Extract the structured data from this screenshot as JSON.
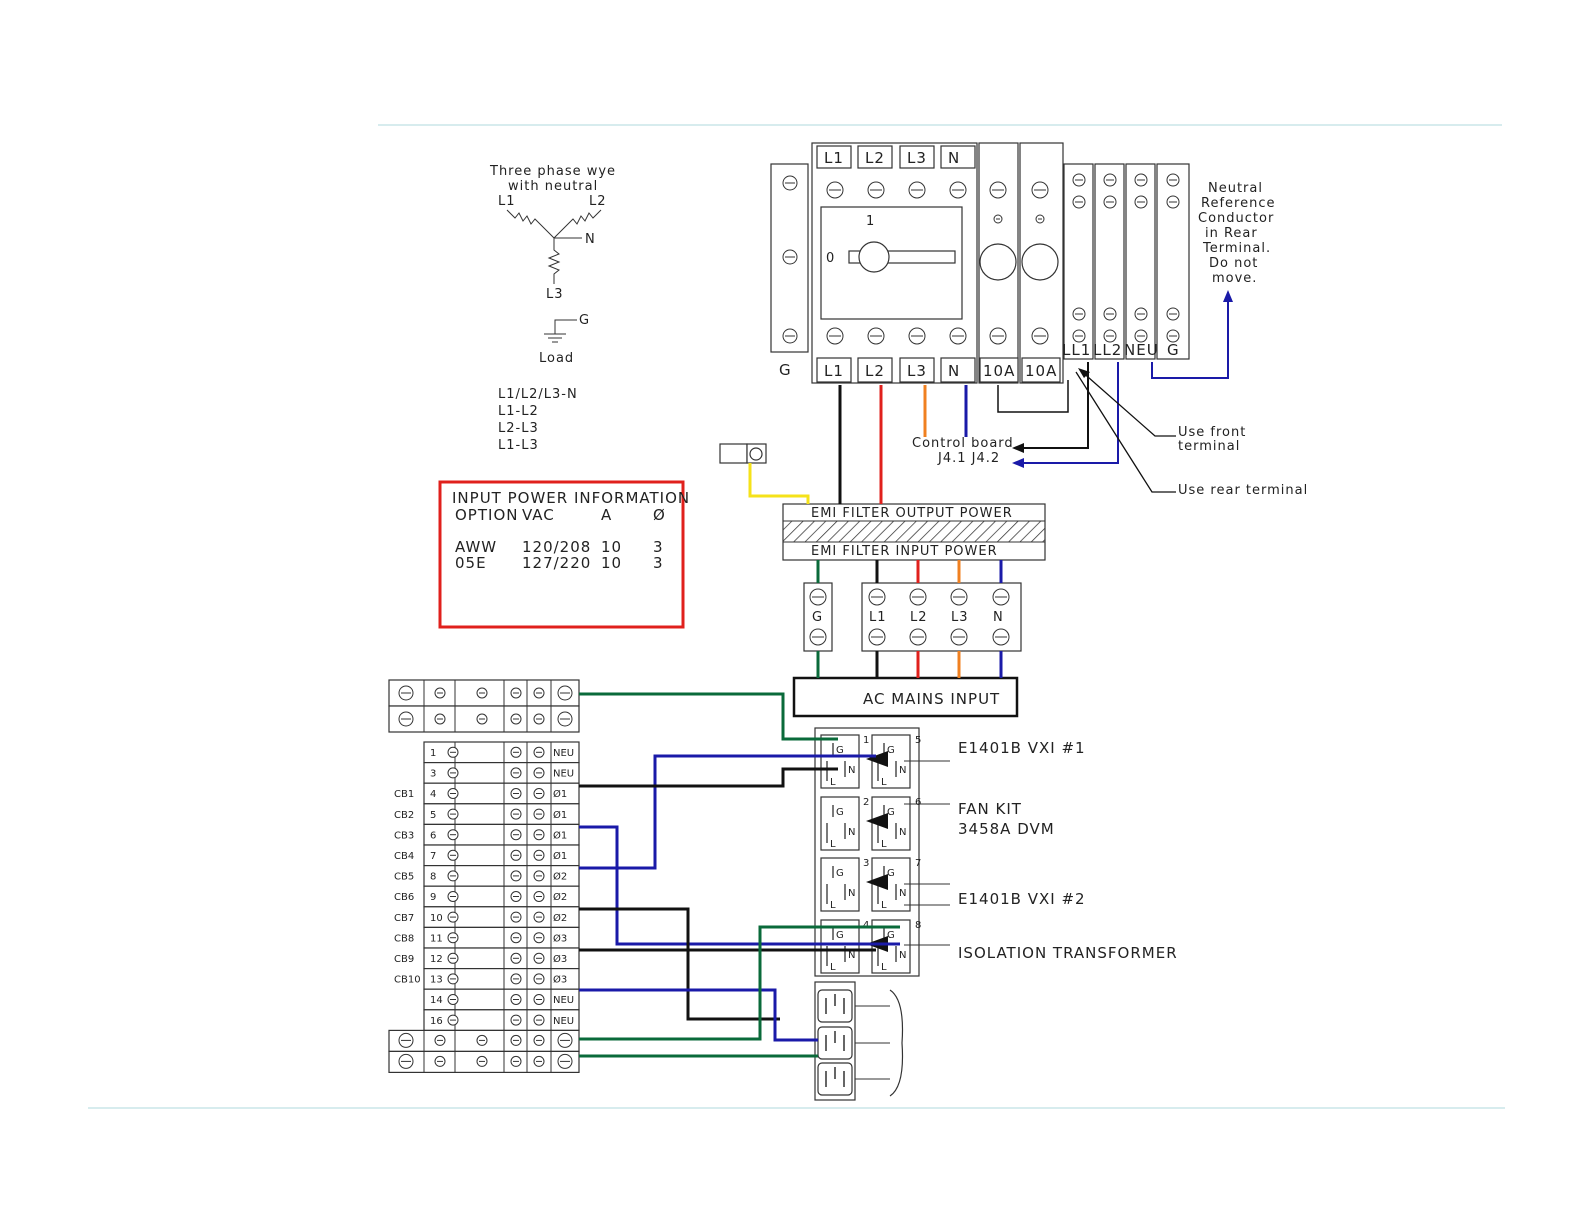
{
  "wye": {
    "caption_line1": "Three phase wye",
    "caption_line2": "with neutral",
    "l1": "L1",
    "l2": "L2",
    "l3": "L3",
    "n": "N",
    "g": "G",
    "load": "Load",
    "voltages": [
      "L1/L2/L3-N",
      "L1-L2",
      "L2-L3",
      "L1-L3"
    ]
  },
  "info_box": {
    "title": "INPUT POWER INFORMATION",
    "headers": [
      "OPTION",
      "VAC",
      "A",
      "Ø"
    ],
    "rows": [
      [
        "AWW",
        "120/208",
        "10",
        "3"
      ],
      [
        "05E",
        "127/220",
        "10",
        "3"
      ]
    ],
    "border_color": "#e0201c"
  },
  "breaker": {
    "top_labels": [
      "L1",
      "L2",
      "L3",
      "N"
    ],
    "bottom_labels": [
      "L1",
      "L2",
      "L3",
      "N",
      "10A",
      "10A"
    ],
    "ground_label": "G",
    "switch_on": "1",
    "switch_off": "0",
    "terminal_labels": [
      "LL1",
      "LL2",
      "NEU",
      "G"
    ]
  },
  "notes": {
    "neutral_ref": [
      "Neutral",
      "Reference",
      "Conductor",
      "in Rear",
      "Terminal.",
      "Do not",
      "move."
    ],
    "control_board_1": "Control board",
    "control_board_2": "J4.1  J4.2",
    "use_front_1": "Use front",
    "use_front_2": "terminal",
    "use_rear": "Use rear terminal"
  },
  "emi": {
    "output": "EMI FILTER OUTPUT POWER",
    "input": "EMI FILTER INPUT POWER",
    "terminals": [
      "G",
      "L1",
      "L2",
      "L3",
      "N"
    ]
  },
  "ac_mains": "AC MAINS INPUT",
  "outlets": {
    "numbers": [
      "1",
      "2",
      "3",
      "4",
      "5",
      "6",
      "7",
      "8"
    ],
    "gl": "G",
    "nl": "N",
    "ll": "L",
    "labels": [
      "E1401B VXI #1",
      "FAN KIT",
      "3458A DVM",
      "E1401B VXI #2",
      "ISOLATION TRANSFORMER"
    ]
  },
  "strip": {
    "rows": [
      {
        "cb": "",
        "num": "1",
        "phase": "NEU"
      },
      {
        "cb": "",
        "num": "3",
        "phase": "NEU"
      },
      {
        "cb": "CB1",
        "num": "4",
        "phase": "Ø1"
      },
      {
        "cb": "CB2",
        "num": "5",
        "phase": "Ø1"
      },
      {
        "cb": "CB3",
        "num": "6",
        "phase": "Ø1"
      },
      {
        "cb": "CB4",
        "num": "7",
        "phase": "Ø1"
      },
      {
        "cb": "CB5",
        "num": "8",
        "phase": "Ø2"
      },
      {
        "cb": "CB6",
        "num": "9",
        "phase": "Ø2"
      },
      {
        "cb": "CB7",
        "num": "10",
        "phase": "Ø2"
      },
      {
        "cb": "CB8",
        "num": "11",
        "phase": "Ø3"
      },
      {
        "cb": "CB9",
        "num": "12",
        "phase": "Ø3"
      },
      {
        "cb": "CB10",
        "num": "13",
        "phase": "Ø3"
      },
      {
        "cb": "",
        "num": "14",
        "phase": "NEU"
      },
      {
        "cb": "",
        "num": "16",
        "phase": "NEU"
      }
    ]
  },
  "colors": {
    "black": "#111111",
    "red": "#e0201c",
    "orange": "#f08020",
    "blue": "#1a1aa8",
    "green": "#0a6a3a",
    "yellow": "#f5e21a"
  }
}
